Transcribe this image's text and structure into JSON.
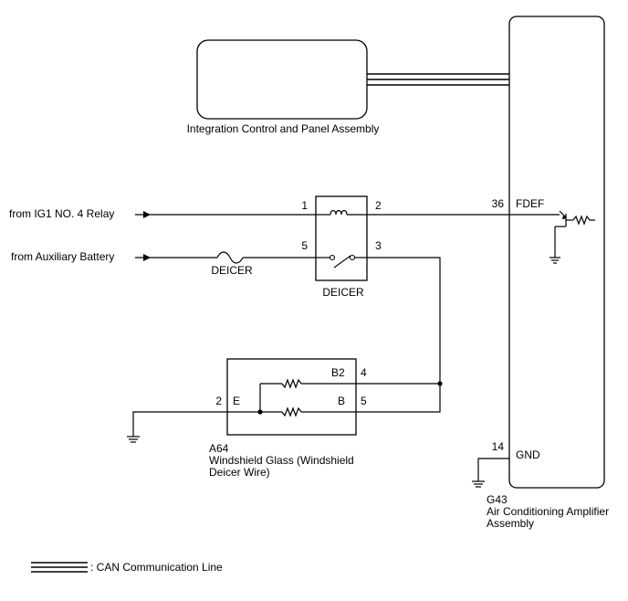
{
  "components": {
    "integration_panel": {
      "label": "Integration Control and Panel Assembly"
    },
    "ac_amplifier": {
      "connector": "G43",
      "name_line1": "Air Conditioning Amplifier",
      "name_line2": "Assembly",
      "pins": {
        "fdef_num": "36",
        "fdef_name": "FDEF",
        "gnd_num": "14",
        "gnd_name": "GND"
      }
    },
    "deicer_relay": {
      "label": "DEICER",
      "pins": {
        "p1": "1",
        "p2": "2",
        "p5": "5",
        "p3": "3"
      }
    },
    "deicer_fuse": {
      "label": "DEICER"
    },
    "windshield": {
      "connector": "A64",
      "name_line1": "Windshield Glass (Windshield",
      "name_line2": "Deicer Wire)",
      "pins": {
        "b2_name": "B2",
        "b2_num": "4",
        "b_name": "B",
        "b_num": "5",
        "e_name": "E",
        "e_num": "2"
      }
    }
  },
  "sources": {
    "ig1": "from IG1 NO. 4 Relay",
    "aux_battery": "from Auxiliary Battery"
  },
  "legend": {
    "can_line": ": CAN Communication Line"
  }
}
